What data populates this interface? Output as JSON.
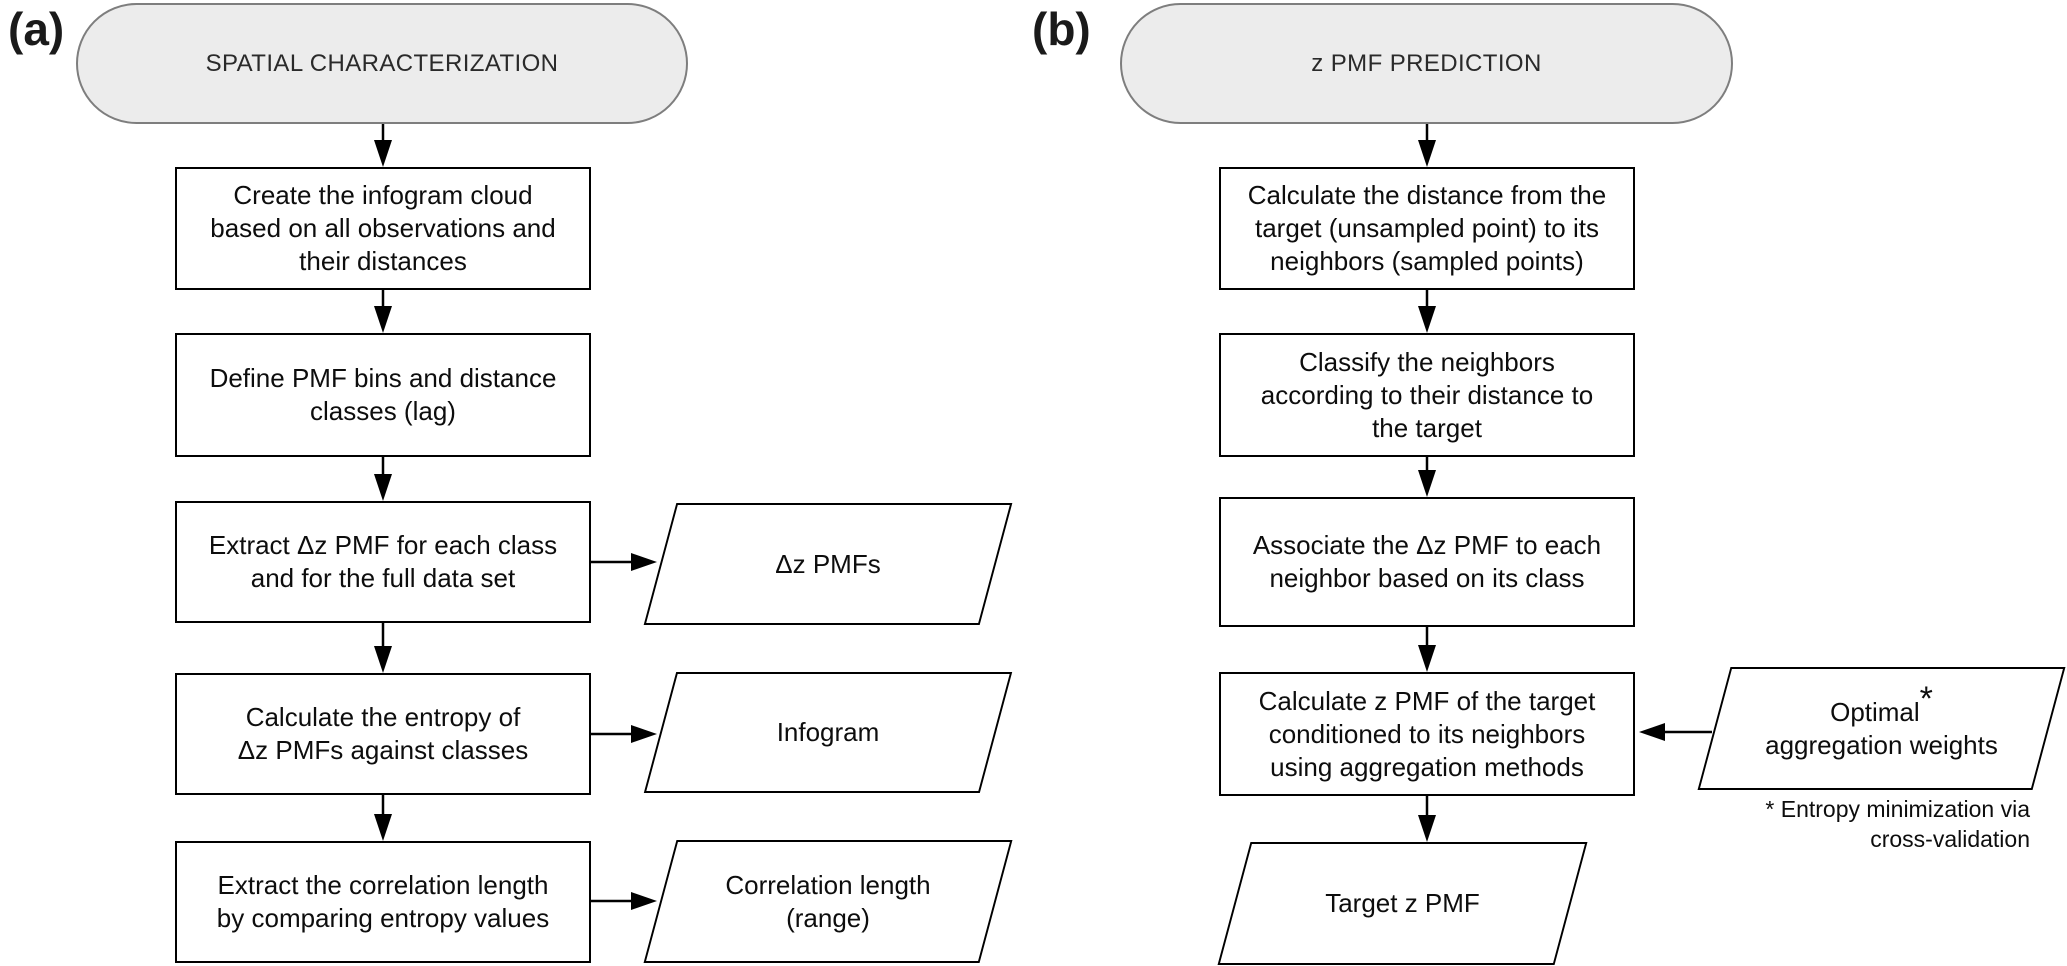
{
  "figure": {
    "panels": [
      {
        "label": "(a)",
        "title": "SPATIAL CHARACTERIZATION",
        "steps": [
          "Create the infogram cloud\nbased on all observations and\ntheir distances",
          "Define PMF bins and distance\nclasses (lag)",
          "Extract Δz PMF for each class\nand for the full data set",
          "Calculate the entropy of\nΔz PMFs against classes",
          "Extract the correlation length\nby comparing entropy values"
        ],
        "outputs": [
          "Δz PMFs",
          "Infogram",
          "Correlation length\n(range)"
        ]
      },
      {
        "label": "(b)",
        "title": "z PMF PREDICTION",
        "steps": [
          "Calculate the distance from the\ntarget (unsampled point) to its\nneighbors (sampled points)",
          "Classify the neighbors\naccording to their distance to\nthe target",
          "Associate the Δz PMF to each\nneighbor based on its class",
          "Calculate z PMF of the target\nconditioned to its neighbors\nusing aggregation methods"
        ],
        "outputs": [
          "Target z PMF"
        ],
        "side_input": {
          "line1": "Optimal",
          "star": "*",
          "line2": "aggregation weights"
        },
        "footnote": "* Entropy minimization via\ncross-validation"
      }
    ],
    "colors": {
      "background": "#ffffff",
      "terminator_fill": "#ececec",
      "terminator_border": "#7e7e7e",
      "shape_border": "#000000",
      "arrow": "#000000"
    }
  }
}
